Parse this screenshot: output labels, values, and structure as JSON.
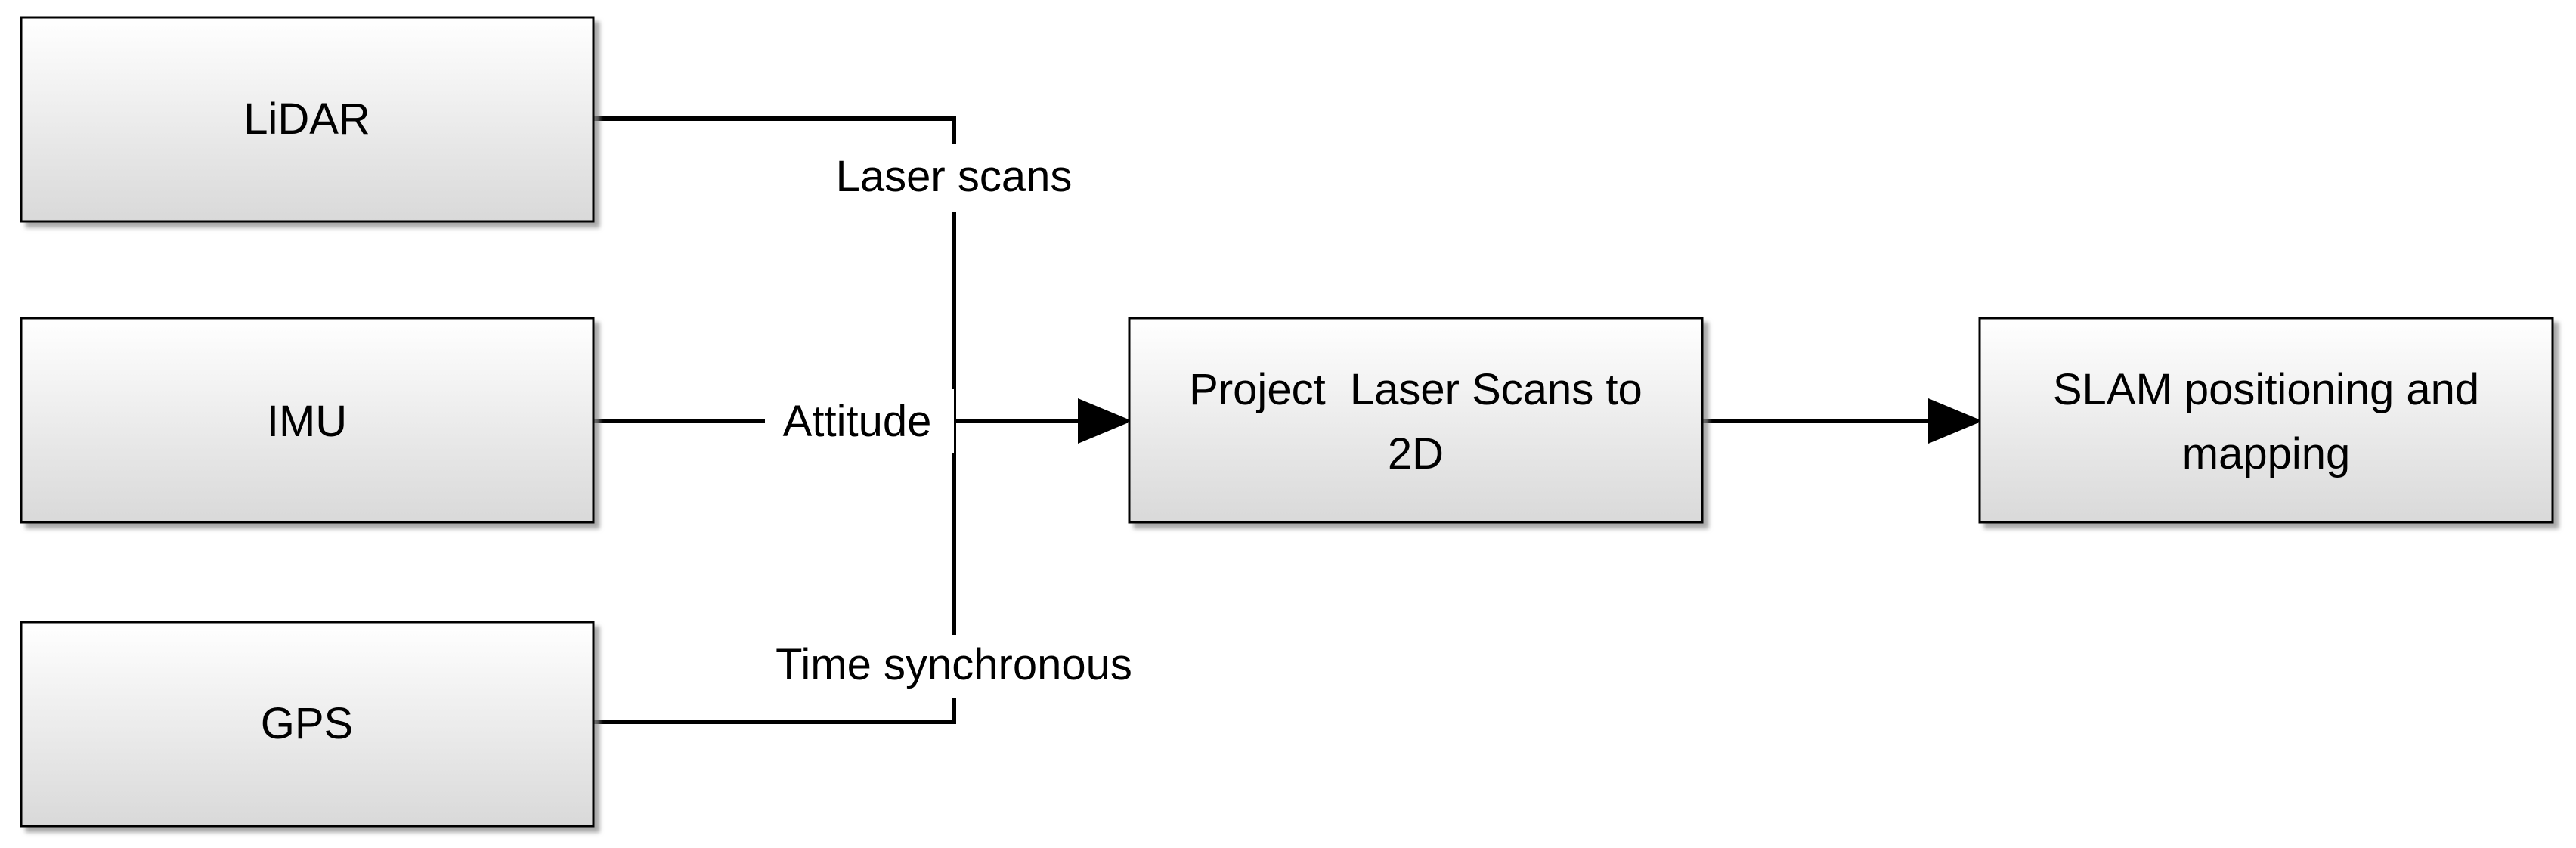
{
  "nodes": {
    "lidar": "LiDAR",
    "imu": "IMU",
    "gps": "GPS",
    "project": [
      "Project  Laser Scans to",
      "2D"
    ],
    "slam": [
      "SLAM positioning and",
      "mapping"
    ]
  },
  "edges": {
    "laser_scans": "Laser scans",
    "attitude": "Attitude",
    "time_sync": "Time synchronous"
  }
}
